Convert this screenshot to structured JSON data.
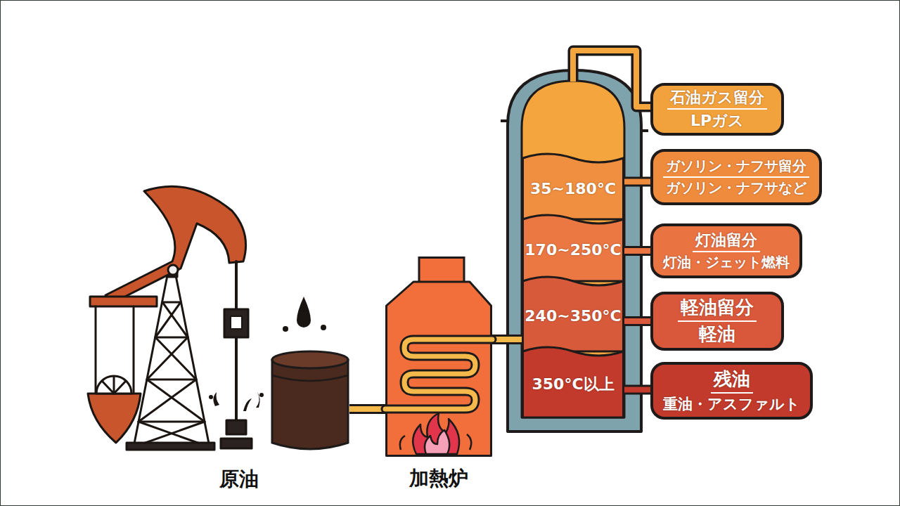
{
  "diagram": {
    "nodes": [
      {
        "text": [
          "原油"
        ]
      },
      {
        "text": [
          "加熱炉"
        ]
      },
      {
        "text": [
          "35~180°C"
        ]
      },
      {
        "text": [
          "170~250°C"
        ]
      },
      {
        "text": [
          "240~350°C"
        ]
      },
      {
        "text": [
          "350°C以上"
        ]
      },
      {
        "text": [
          "石油ガス留分",
          "LPガス"
        ]
      },
      {
        "text": [
          "ガソリン・ナフサ留分",
          "ガソリン・ナフサなど"
        ]
      },
      {
        "text": [
          "灯油留分",
          "灯油・ジェット燃料"
        ]
      },
      {
        "text": [
          "軽油留分",
          "軽油"
        ]
      },
      {
        "text": [
          "残油",
          "重油・アスファルト"
        ]
      }
    ],
    "edges": [
      {
        "from": 0,
        "to": 1,
        "arrow": "none"
      },
      {
        "from": 1,
        "to": 4,
        "arrow": "none"
      },
      {
        "from": 2,
        "to": 7,
        "arrow": "none"
      },
      {
        "from": 3,
        "to": 8,
        "arrow": "none"
      },
      {
        "from": 4,
        "to": 9,
        "arrow": "none"
      },
      {
        "from": 5,
        "to": 10,
        "arrow": "none"
      }
    ]
  }
}
